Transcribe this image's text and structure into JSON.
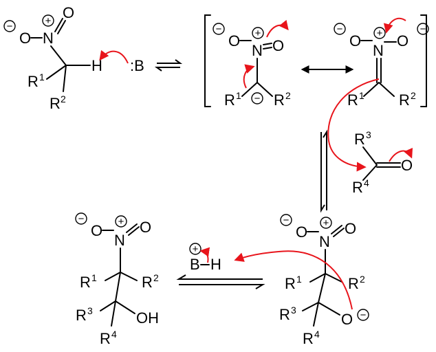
{
  "atoms": {
    "o_minus": "O",
    "n_plus": "N",
    "o": "O",
    "h": "H",
    "base": ":B",
    "b": "B",
    "oh": "OH",
    "r": "R"
  },
  "superscripts": {
    "one": "1",
    "two": "2",
    "three": "3",
    "four": "4"
  },
  "charges": {
    "plus": "+",
    "minus": "−"
  },
  "colors": {
    "bonds": "#000000",
    "electron_arrows": "#e8141b",
    "background": "#ffffff"
  }
}
